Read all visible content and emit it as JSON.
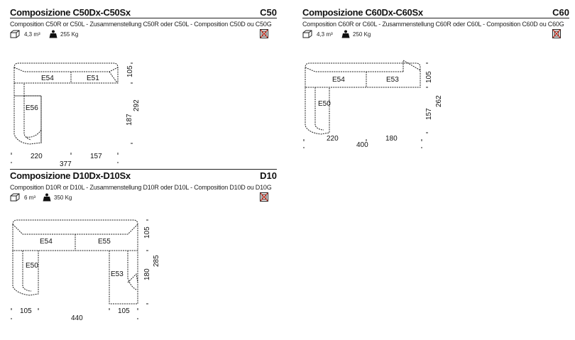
{
  "panels": [
    {
      "title": "Composizione C50Dx-C50Sx",
      "code": "C50",
      "subtitle": "Composition C50R or C50L - Zusammenstellung C50R oder C50L - Composition C50D ou C50G",
      "volume": "4,3  m³",
      "weight": "255  Kg",
      "labels": {
        "a": "E54",
        "b": "E51",
        "c": "E56"
      },
      "dims": {
        "d1": "105",
        "d2": "292",
        "d3": "187",
        "d4": "220",
        "d5": "157",
        "d6": "377"
      }
    },
    {
      "title": "Composizione C60Dx-C60Sx",
      "code": "C60",
      "subtitle": "Composition C60R or C60L - Zusammenstellung C60R oder C60L - Composition C60D ou C60G",
      "volume": "4,3  m³",
      "weight": "250  Kg",
      "labels": {
        "a": "E54",
        "b": "E53",
        "c": "E50"
      },
      "dims": {
        "d1": "105",
        "d2": "262",
        "d3": "157",
        "d4": "220",
        "d5": "180",
        "d6": "400"
      }
    },
    {
      "title": "Composizione D10Dx-D10Sx",
      "code": "D10",
      "subtitle": "Composition D10R or D10L - Zusammenstellung D10R oder D10L - Composition D10D ou D10G",
      "volume": "6  m³",
      "weight": "350  Kg",
      "labels": {
        "a": "E54",
        "b": "E55",
        "c": "E50",
        "d": "E53"
      },
      "dims": {
        "d1": "105",
        "d2": "285",
        "d3": "180",
        "d4": "105",
        "d5": "105",
        "d6": "440"
      }
    }
  ],
  "icons": {
    "volume": "box-volume-icon",
    "weight": "weight-icon",
    "disposal": "crossed-out-bin-icon"
  },
  "colors": {
    "line": "#222222",
    "disposal_accent": "#c0392b"
  }
}
